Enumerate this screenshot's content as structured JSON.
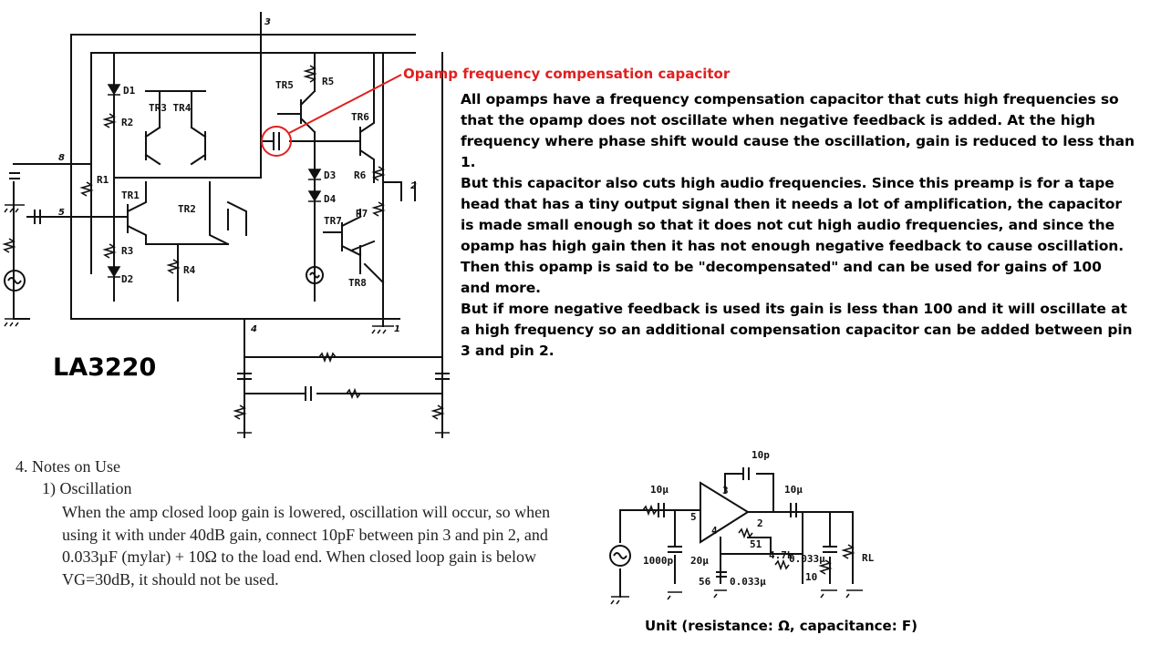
{
  "callout": {
    "title": "Opamp frequency compensation capacitor",
    "color": "#e02020"
  },
  "explanation": {
    "p1": "All opamps have a frequency compensation capacitor that cuts high frequencies so that the opamp does not oscillate when negative feedback is added. At the high frequency where phase shift would cause the oscillation, gain is reduced to less than 1.",
    "p2": "But this capacitor also cuts high audio frequencies. Since this preamp is for a tape head that has a tiny output signal then it needs a lot of amplification, the capacitor is made small enough so that it does not cut high audio frequencies, and since the opamp has high gain then it has not enough negative feedback to cause oscillation. Then this opamp is said to be \"decompensated\" and can be used for gains of 100 and more.",
    "p3": "But if more negative feedback is used its gain is less than 100 and it will oscillate at a high frequency so an additional compensation capacitor can be added between pin 3 and pin 2."
  },
  "chip_name": "LA3220",
  "schematic": {
    "components": {
      "d1": "D1",
      "r2": "R2",
      "tr3_tr4": "TR3  TR4",
      "tr5": "TR5",
      "r5": "R5",
      "tr6": "TR6",
      "r1": "R1",
      "tr1": "TR1",
      "tr2": "TR2",
      "d3": "D3",
      "r6": "R6",
      "d4": "D4",
      "tr7": "TR7",
      "r7": "R7",
      "r3": "R3",
      "r4": "R4",
      "d2": "D2",
      "tr8": "TR8"
    },
    "pins": {
      "p1": "1",
      "p2": "2",
      "p3": "3",
      "p4": "4",
      "p5": "5",
      "p8": "8"
    }
  },
  "notes": {
    "heading": "4. Notes on Use",
    "subheading": "1) Oscillation",
    "body": "When the amp closed loop gain is lowered, oscillation will occur, so when using it with under 40dB gain, connect 10pF between pin 3 and pin 2,  and 0.033µF (mylar) + 10Ω to the load end. When closed loop gain is below VG=30dB, it should not be used."
  },
  "app_circuit": {
    "labels": {
      "c_comp": "10p",
      "c_in": "10µ",
      "c_out": "10µ",
      "pin3": "3",
      "pin5": "5",
      "pin4": "4",
      "pin2": "2",
      "r51": "51",
      "r47k": "4.7k",
      "c1000p": "1000p",
      "c20u": "20µ",
      "c0033a": "0.033µ",
      "r56": "56",
      "c0033b": "0.033µ",
      "r10": "10",
      "rl": "RL"
    },
    "unit_note": "Unit (resistance: Ω, capacitance: F)"
  }
}
